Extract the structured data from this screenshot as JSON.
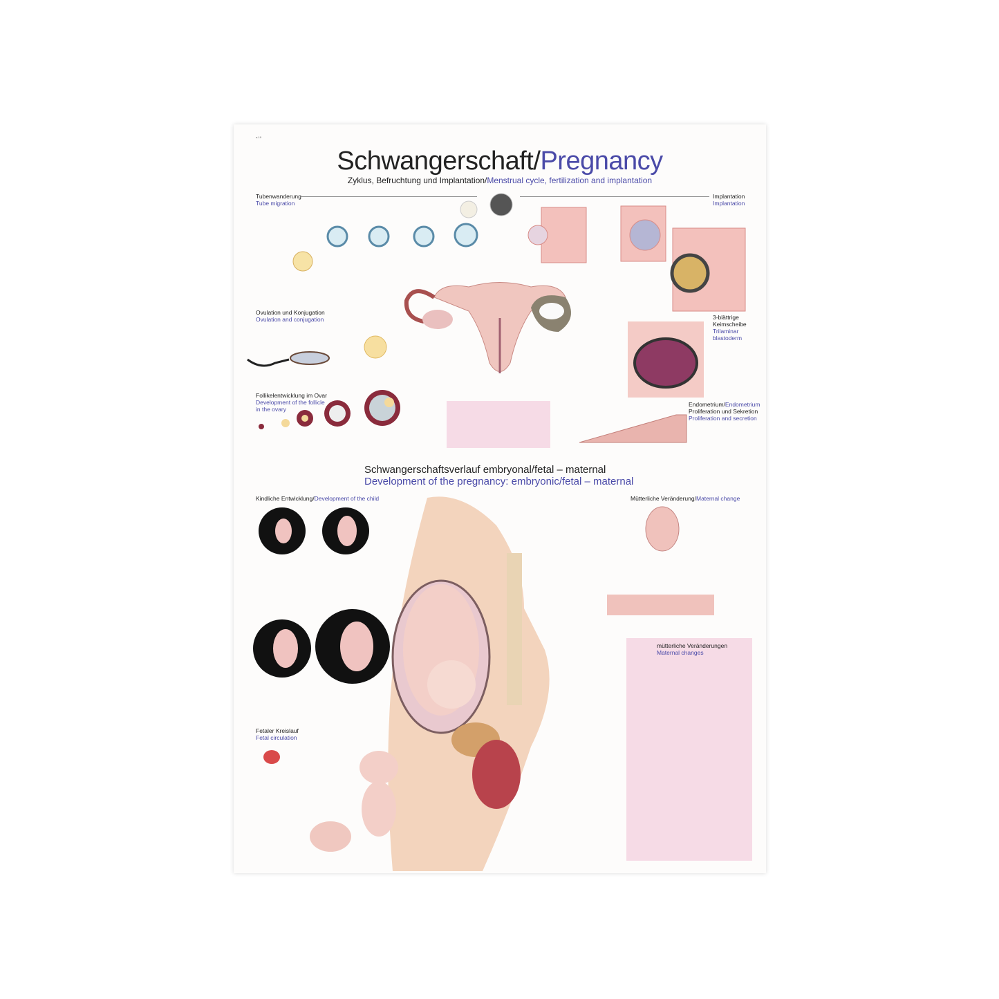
{
  "poster": {
    "code": "a-19",
    "title_de": "Schwangerschaft/",
    "title_en": "Pregnancy",
    "subtitle_de": "Zyklus, Befruchtung und Implantation/",
    "subtitle_en": "Menstrual cycle, fertilization and implantation",
    "colors": {
      "accent_blue": "#3c3ca0",
      "tissue_pink": "#f2c4c0",
      "panel_pink": "#f6dbe6",
      "embryo_bg": "#111111"
    }
  },
  "sections": {
    "tube_migration": {
      "de": "Tubenwanderung",
      "en": "Tube migration"
    },
    "implantation": {
      "de": "Implantation",
      "en": "Implantation"
    },
    "ovulation": {
      "de": "Ovulation und Konjugation",
      "en": "Ovulation and conjugation"
    },
    "follicle": {
      "de": "Follikelentwicklung im Ovar",
      "en_1": "Development of the follicle",
      "en_2": "in the ovary"
    },
    "blastoderm": {
      "de_1": "3-blättrige",
      "de_2": "Keimscheibe",
      "en_1": "Trilaminar",
      "en_2": "blastoderm"
    },
    "endometrium": {
      "de": "Endometrium/",
      "en": "Endometrium",
      "de_2": "Proliferation und Sekretion",
      "en_2": "Proliferation and secretion"
    },
    "development": {
      "de": "Schwangerschaftsverlauf embryonal/fetal – maternal",
      "en": "Development of the pregnancy: embryonic/fetal – maternal"
    },
    "child": {
      "de": "Kindliche Entwicklung/",
      "en": "Development of the child"
    },
    "maternal_change": {
      "de": "Mütterliche Veränderung/",
      "en": "Maternal change"
    },
    "fetal_circulation": {
      "de": "Fetaler Kreislauf",
      "en": "Fetal circulation"
    },
    "maternal_changes": {
      "de": "mütterliche Veränderungen",
      "en": "Maternal changes"
    }
  }
}
